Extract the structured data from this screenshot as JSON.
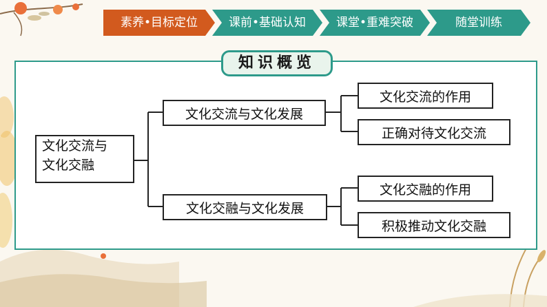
{
  "nav": {
    "tabs": [
      {
        "label": "素养•目标定位",
        "active": true
      },
      {
        "label": "课前•基础认知",
        "active": false
      },
      {
        "label": "课堂•重难突破",
        "active": false
      },
      {
        "label": "随堂训练",
        "active": false
      }
    ]
  },
  "title": "知识概览",
  "diagram": {
    "root": {
      "line1": "文化交流与",
      "line2": "文化交融"
    },
    "branches": [
      {
        "label": "文化交流与文化发展",
        "leaves": [
          "文化交流的作用",
          "正确对待文化交流"
        ]
      },
      {
        "label": "文化交融与文化发展",
        "leaves": [
          "文化交融的作用",
          "积极推动文化交融"
        ]
      }
    ]
  },
  "colors": {
    "accent": "#2d9a8a",
    "active_tab": "#d25a1e",
    "frame": "#2d9a8a"
  }
}
